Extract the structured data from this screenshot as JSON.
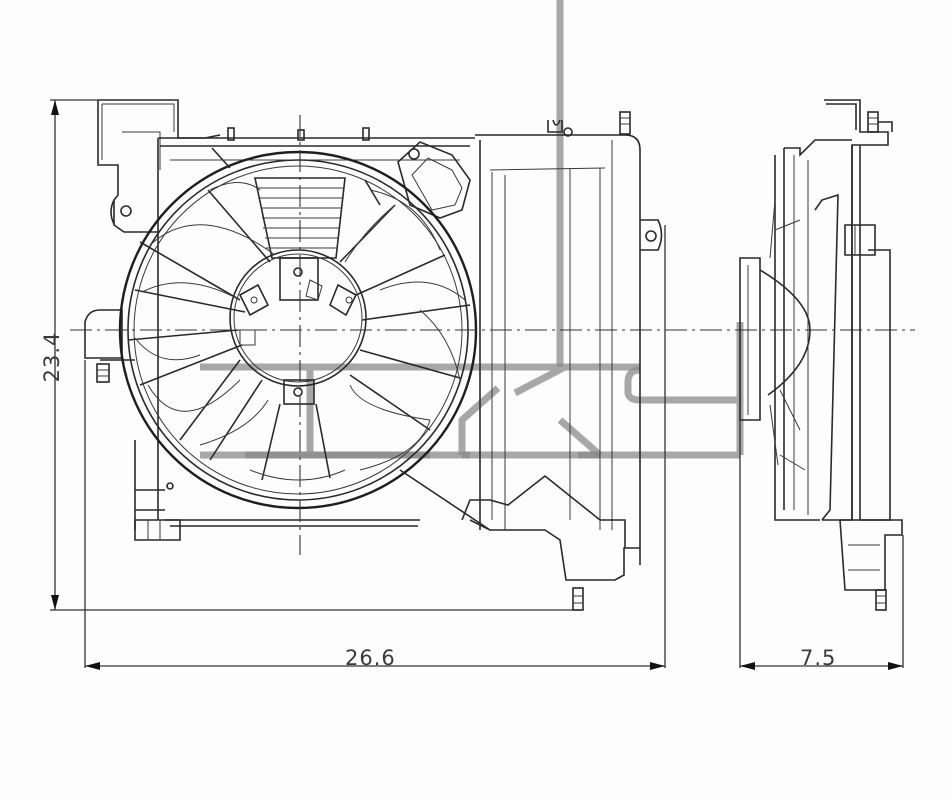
{
  "drawing": {
    "subject": "Radiator cooling fan assembly",
    "views": [
      "front-view",
      "side-view"
    ],
    "watermark": "TYC",
    "colors": {
      "line": "#2a2a2a",
      "watermark": "#8a8a8a",
      "background": "#fdfdfd"
    }
  },
  "dimensions": {
    "height": {
      "value": "23.4",
      "orientation": "vertical"
    },
    "width": {
      "value": "26.6",
      "orientation": "horizontal"
    },
    "depth": {
      "value": "7.5",
      "orientation": "horizontal"
    }
  }
}
